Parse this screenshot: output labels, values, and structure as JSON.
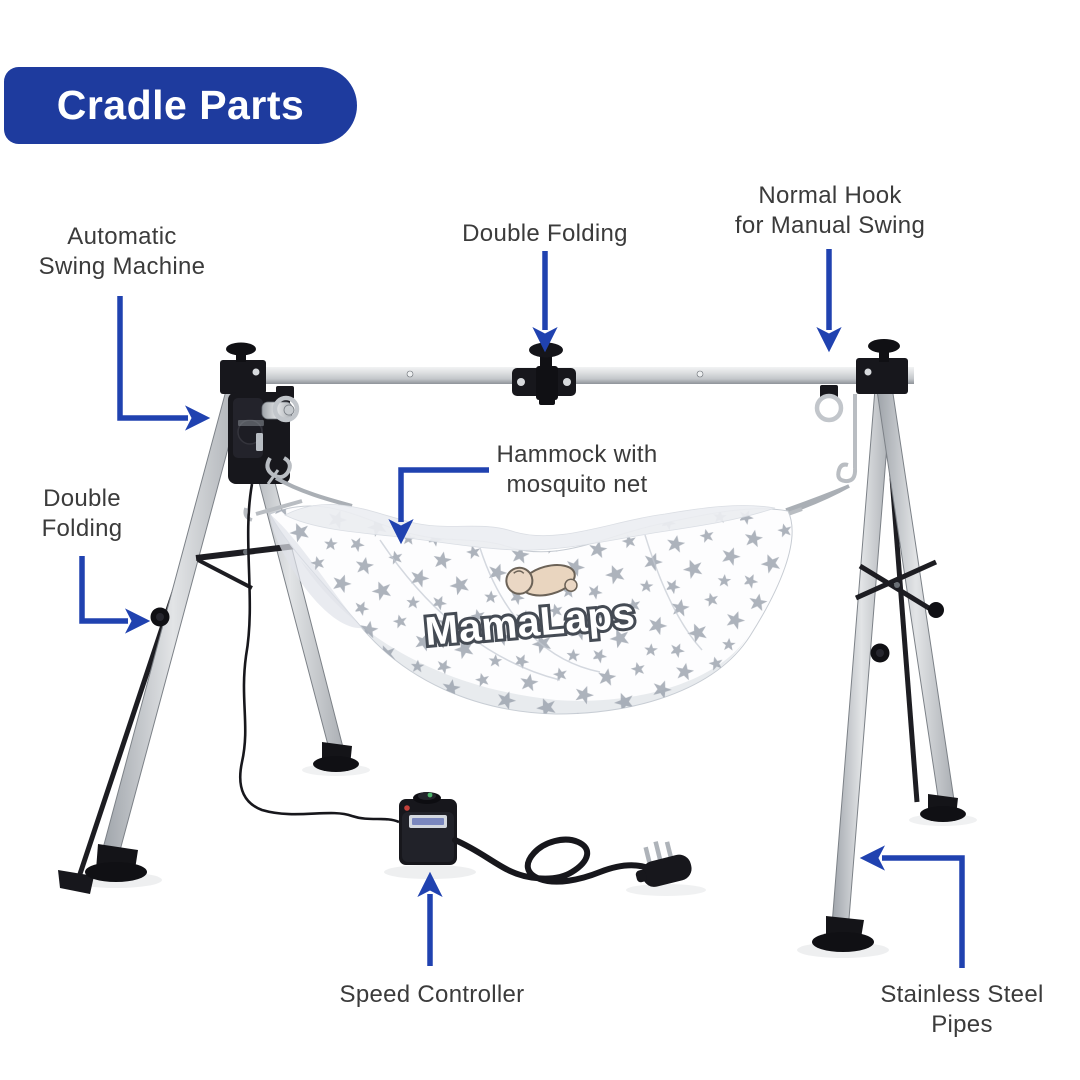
{
  "header": {
    "title": "Cradle Parts"
  },
  "colors": {
    "accent_blue": "#1e3b9e",
    "arrow_blue": "#2042b0",
    "label_text": "#3b3b3b",
    "frame_silver": "#c7cbce",
    "hardware_black": "#17171c",
    "hammock_star_gray": "#99a0ab"
  },
  "product": {
    "brand": "MamaLaps"
  },
  "labels": {
    "automatic_swing_machine": {
      "line1": "Automatic",
      "line2": "Swing Machine"
    },
    "double_folding_top": {
      "line1": "Double Folding"
    },
    "normal_hook": {
      "line1": "Normal Hook",
      "line2": "for Manual Swing"
    },
    "hammock": {
      "line1": "Hammock with",
      "line2": "mosquito net"
    },
    "double_folding_left": {
      "line1": "Double",
      "line2": "Folding"
    },
    "speed_controller": {
      "line1": "Speed Controller"
    },
    "stainless_steel_pipes": {
      "line1": "Stainless Steel",
      "line2": "Pipes"
    }
  }
}
